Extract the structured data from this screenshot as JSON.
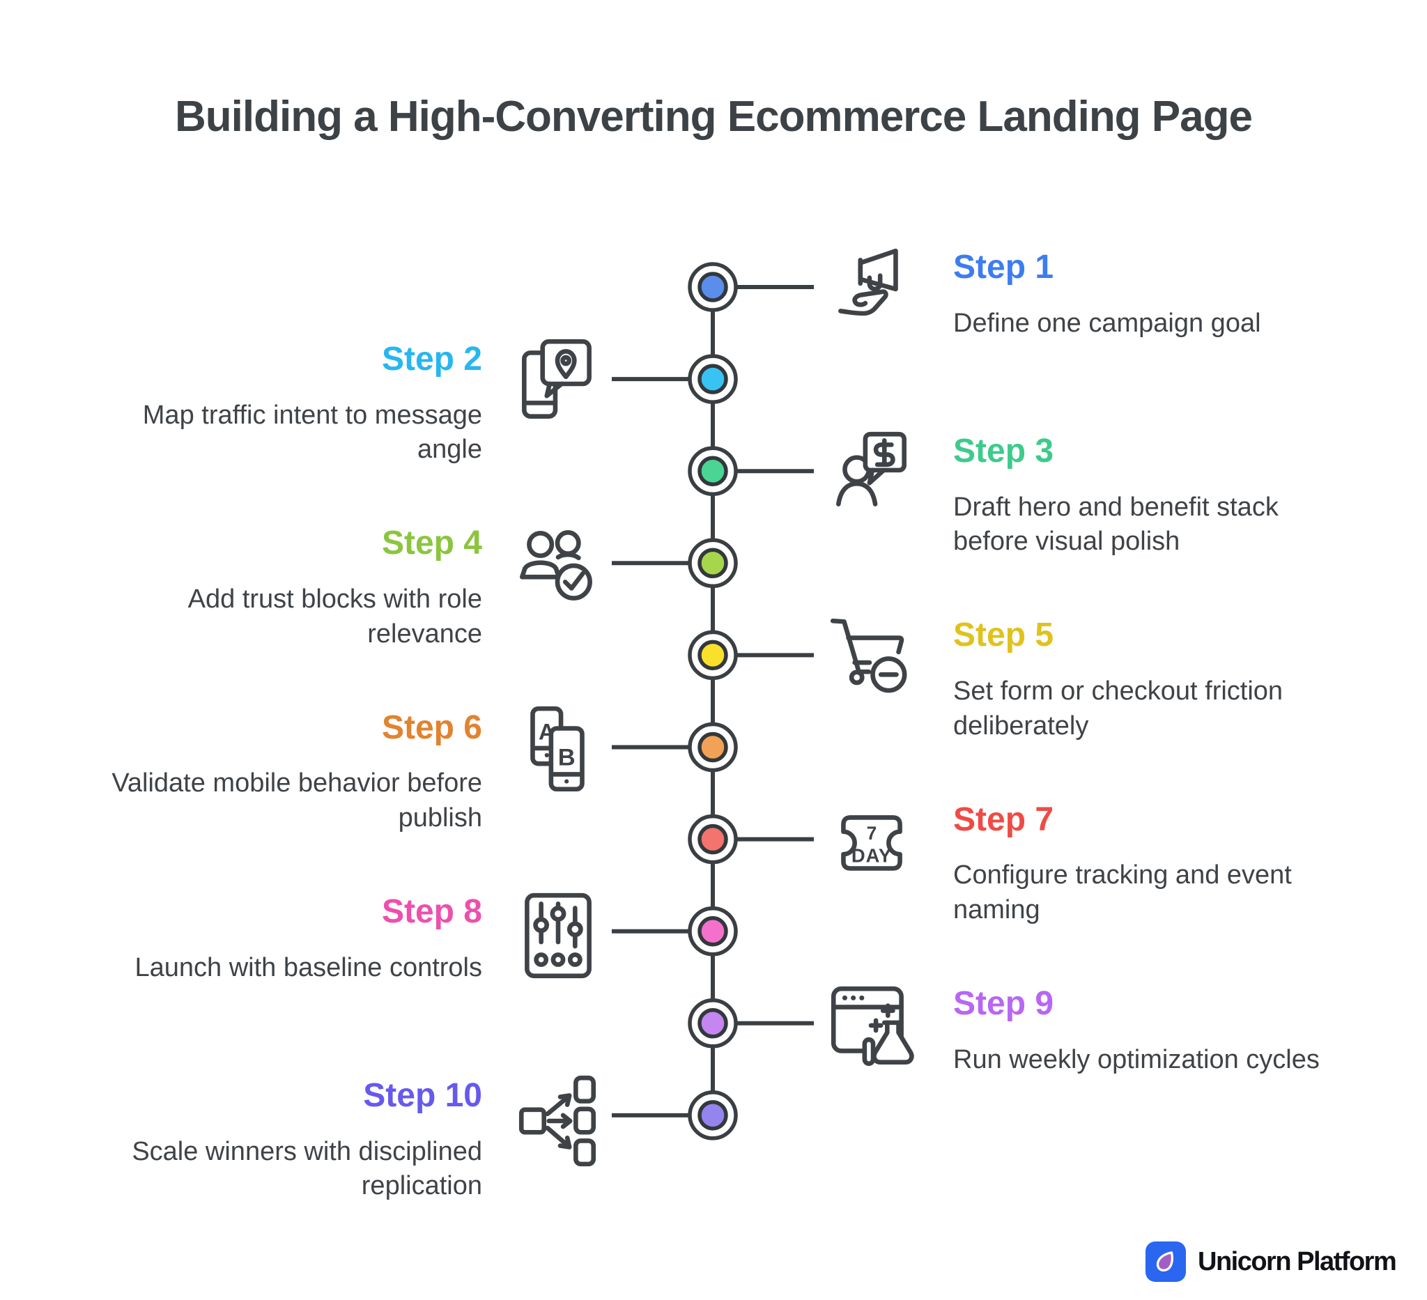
{
  "title": "Building a High-Converting Ecommerce Landing Page",
  "colors": {
    "background": "#ffffff",
    "ink": "#3a3f43",
    "dot_ring": "#33383c",
    "body_text": "#3f4347",
    "title_text": "#3d4247"
  },
  "brand": {
    "name": "Unicorn Platform",
    "icon": "unicorn-drop-icon",
    "icon_bg": "#2a66f0",
    "drop_fill": "#a25ec6"
  },
  "steps": [
    {
      "n": 1,
      "label": "Step 1",
      "description": "Define one campaign goal",
      "side": "right",
      "color": "#3d7df0",
      "dot_color": "#5b8deb",
      "icon": "megaphone-hand-icon"
    },
    {
      "n": 2,
      "label": "Step 2",
      "description": "Map traffic intent to message\nangle",
      "side": "left",
      "color": "#27b6ef",
      "dot_color": "#38c3f2",
      "icon": "phone-location-icon"
    },
    {
      "n": 3,
      "label": "Step 3",
      "description": "Draft hero and benefit stack\nbefore visual polish",
      "side": "right",
      "color": "#3dcb8b",
      "dot_color": "#4ad595",
      "icon": "person-dollar-bubble-icon"
    },
    {
      "n": 4,
      "label": "Step 4",
      "description": "Add trust blocks with role\nrelevance",
      "side": "left",
      "color": "#8bc53e",
      "dot_color": "#a5d64b",
      "icon": "people-check-icon"
    },
    {
      "n": 5,
      "label": "Step 5",
      "description": "Set form or checkout friction\ndeliberately",
      "side": "right",
      "color": "#e0c21d",
      "dot_color": "#f9e12b",
      "icon": "cart-minus-icon"
    },
    {
      "n": 6,
      "label": "Step 6",
      "description": "Validate mobile behavior before\npublish",
      "side": "left",
      "color": "#e2832f",
      "dot_color": "#f2a256",
      "icon": "ab-test-phones-icon"
    },
    {
      "n": 7,
      "label": "Step 7",
      "description": "Configure tracking and event\nnaming",
      "side": "right",
      "color": "#ef4b45",
      "dot_color": "#f3736d",
      "icon": "seven-day-ticket-icon"
    },
    {
      "n": 8,
      "label": "Step 8",
      "description": "Launch with baseline controls",
      "side": "left",
      "color": "#ee4fad",
      "dot_color": "#f56fcc",
      "icon": "sliders-panel-icon"
    },
    {
      "n": 9,
      "label": "Step 9",
      "description": "Run weekly optimization cycles",
      "side": "right",
      "color": "#b866f3",
      "dot_color": "#c586f2",
      "icon": "browser-flask-icon"
    },
    {
      "n": 10,
      "label": "Step 10",
      "description": "Scale winners with disciplined\nreplication",
      "side": "left",
      "color": "#6659ee",
      "dot_color": "#9484ee",
      "icon": "fan-out-icon"
    }
  ]
}
